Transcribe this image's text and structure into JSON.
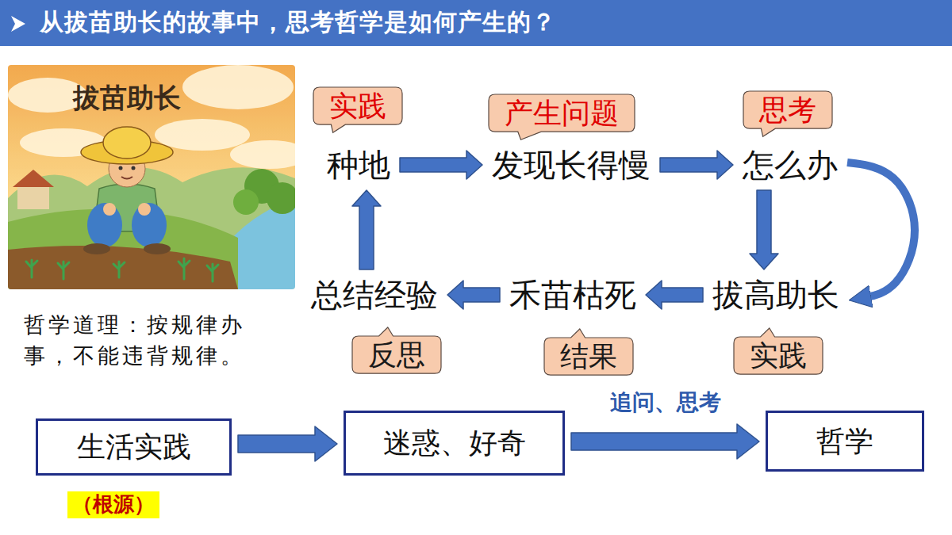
{
  "diagram": {
    "title": "从拔苗助长的故事中，思考哲学是如何产生的？",
    "nodes": [
      {
        "text": [
          "实践"
        ]
      },
      {
        "text": [
          "产生问题"
        ]
      },
      {
        "text": [
          "思考"
        ]
      },
      {
        "text": [
          "种地"
        ]
      },
      {
        "text": [
          "发现长得慢"
        ]
      },
      {
        "text": [
          "怎么办"
        ]
      },
      {
        "text": [
          "拔高助长"
        ]
      },
      {
        "text": [
          "禾苗枯死"
        ]
      },
      {
        "text": [
          "总结经验"
        ]
      },
      {
        "text": [
          "反思"
        ]
      },
      {
        "text": [
          "结果"
        ]
      },
      {
        "text": [
          "实践"
        ]
      },
      {
        "text": [
          "生活实践"
        ]
      },
      {
        "text": [
          "迷惑、好奇"
        ]
      },
      {
        "text": [
          "哲学"
        ]
      }
    ],
    "edges": [
      {
        "from": 3,
        "to": 4,
        "arrow": "to"
      },
      {
        "from": 4,
        "to": 5,
        "arrow": "to"
      },
      {
        "from": 5,
        "to": 6,
        "arrow": "to"
      },
      {
        "from": 5,
        "to": 6,
        "arrow": "to"
      },
      {
        "from": 6,
        "to": 7,
        "arrow": "to"
      },
      {
        "from": 7,
        "to": 8,
        "arrow": "to"
      },
      {
        "from": 8,
        "to": 3,
        "arrow": "to"
      },
      {
        "from": 12,
        "to": 13,
        "arrow": "to"
      },
      {
        "from": 13,
        "to": 14,
        "label": "追问、思考",
        "arrow": "to"
      }
    ],
    "labels": [
      "拔苗助长",
      "哲学道理：按规律办事，不能违背规律。",
      "（根源）"
    ]
  }
}
